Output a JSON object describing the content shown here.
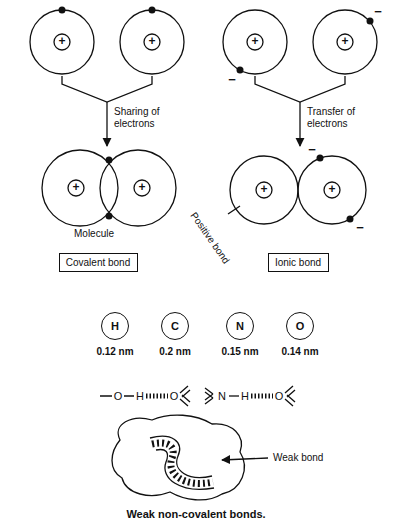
{
  "diagram": {
    "caption": "Weak non-covalent bonds.",
    "nodes": [
      {
        "text": [
          "Covalent bond"
        ]
      },
      {
        "text": [
          "Ionic bond"
        ]
      },
      {
        "text": [
          "H"
        ]
      },
      {
        "text": [
          "C"
        ]
      },
      {
        "text": [
          "N"
        ]
      },
      {
        "text": [
          "O"
        ]
      }
    ],
    "labels": [
      "+",
      "+",
      "Sharing of electrons",
      "+",
      "+",
      "Molecule",
      "+",
      "+",
      "−",
      "−",
      "Transfer of electrons",
      "+",
      "+",
      "−",
      "−",
      "Positive bond",
      "0.12 nm",
      "0.2 nm",
      "0.15 nm",
      "0.14 nm",
      "O",
      "H",
      "O",
      "N",
      "H",
      "O",
      "Weak bond"
    ]
  }
}
